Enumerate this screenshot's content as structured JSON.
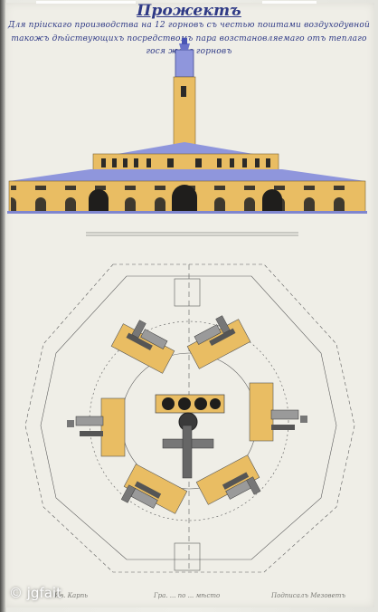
{
  "title": {
    "main": "Прожектъ",
    "line1": "Для пріискаго производства на 12 горновъ съ честью поштами воздуходувной",
    "line2": "такожъ дѣйствующихъ посредствомъ пара возстановляемаго отъ теплаго",
    "line3": "гося жара горновъ"
  },
  "footer": {
    "left": "Ив. Карпь",
    "center": "Гра. ... по ... мѣсто",
    "right": "Подписалъ Мезоветъ"
  },
  "watermark": "© jgfait",
  "colors": {
    "wall": "#e9bd63",
    "roof": "#8f96dc",
    "ink": "#2f3a86",
    "line": "#6a6a6a"
  },
  "icons": [
    "copyright-icon"
  ]
}
